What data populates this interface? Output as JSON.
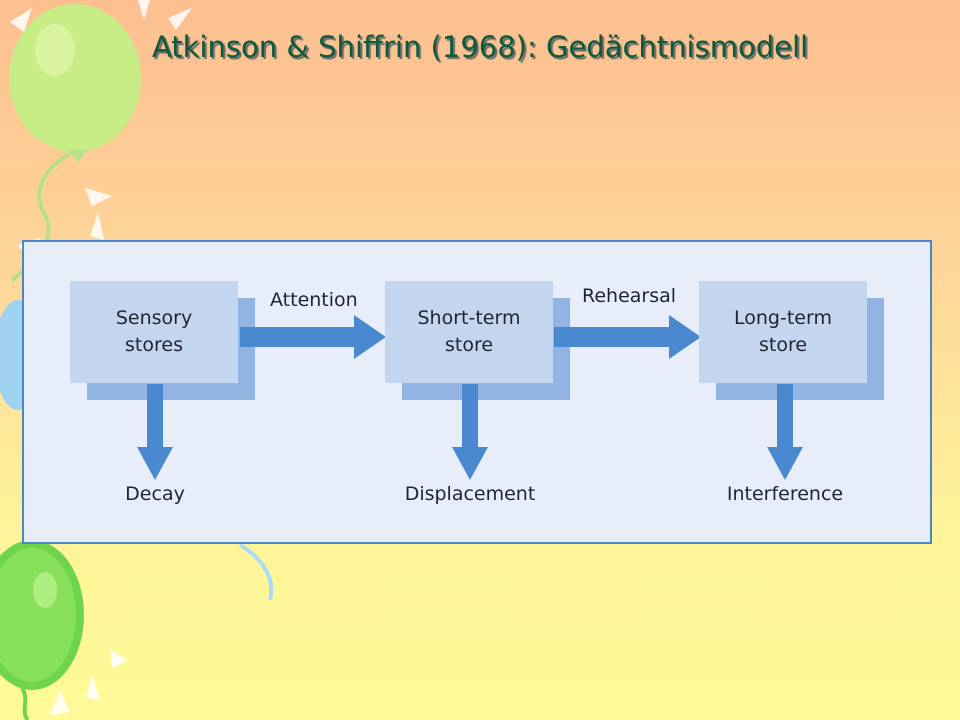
{
  "title": "Atkinson & Shiffrin (1968): Gedächtnismodell",
  "diagram": {
    "stores": [
      {
        "line1": "Sensory",
        "line2": "stores"
      },
      {
        "line1": "Short-term",
        "line2": "store"
      },
      {
        "line1": "Long-term",
        "line2": "store"
      }
    ],
    "transitions": [
      "Attention",
      "Rehearsal"
    ],
    "losses": [
      "Decay",
      "Displacement",
      "Interference"
    ]
  },
  "colors": {
    "title": "#0e5a3a",
    "panel_border": "#4a86c8",
    "arrow": "#4a88d0",
    "box": "#c3d5ef",
    "box_shadow": "#92b4e2"
  }
}
